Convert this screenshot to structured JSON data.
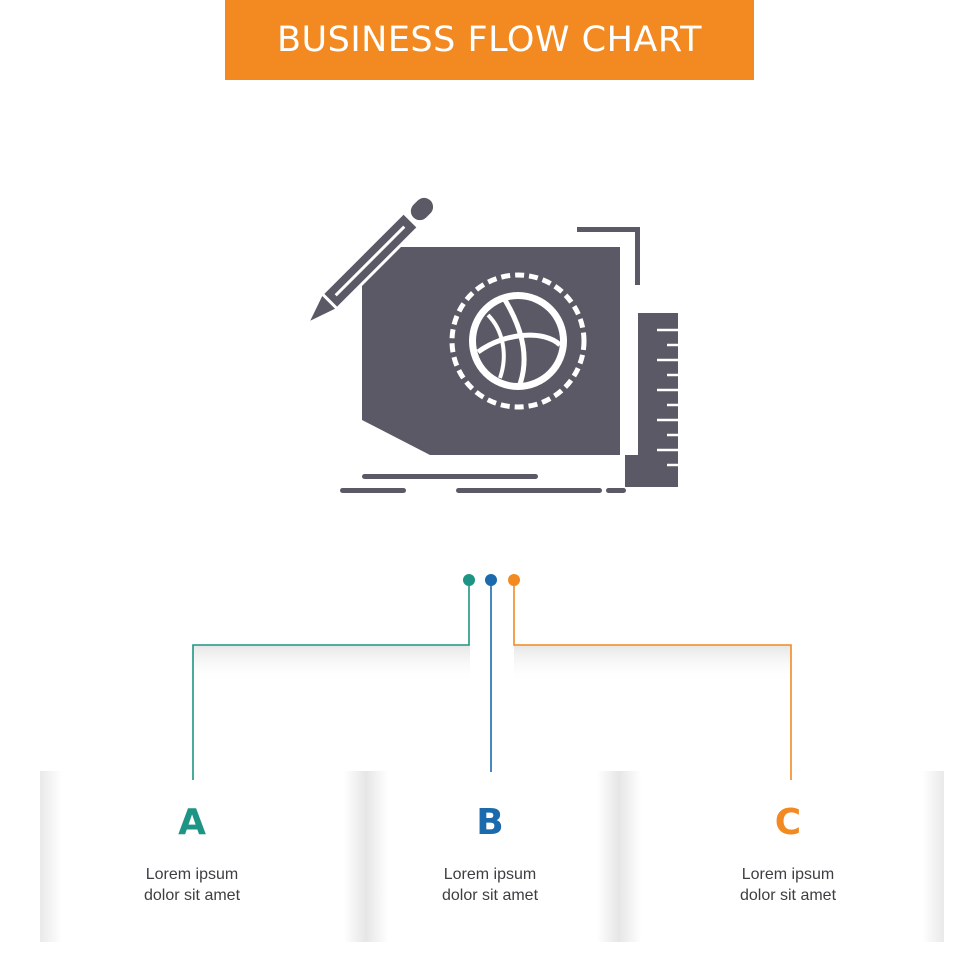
{
  "header": {
    "title": "BUSINESS FLOW CHART"
  },
  "colors": {
    "accent": "#f28a21",
    "teal": "#1e9584",
    "blue": "#1b6aad",
    "orange": "#f28a21",
    "icon": "#5b5966"
  },
  "icon": {
    "name": "design-pencil-ruler-icon"
  },
  "steps": [
    {
      "letter": "A",
      "line1": "Lorem ipsum",
      "line2": "dolor sit amet",
      "color": "#1e9584"
    },
    {
      "letter": "B",
      "line1": "Lorem ipsum",
      "line2": "dolor sit amet",
      "color": "#1b6aad"
    },
    {
      "letter": "C",
      "line1": "Lorem ipsum",
      "line2": "dolor sit amet",
      "color": "#f28a21"
    }
  ]
}
